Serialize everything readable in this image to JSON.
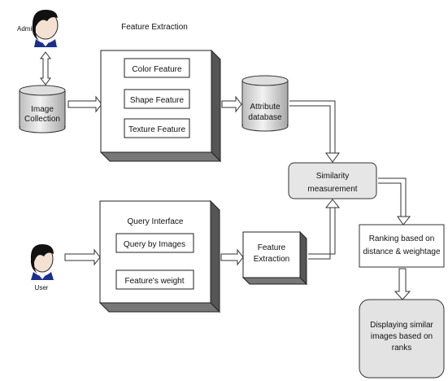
{
  "actors": {
    "admin": {
      "label": "Admin"
    },
    "user": {
      "label": "User"
    }
  },
  "image_collection": {
    "lines": [
      "Image",
      "Collection"
    ]
  },
  "feature_extraction": {
    "title": "Feature Extraction",
    "items": [
      "Color Feature",
      "Shape Feature",
      "Texture Feature"
    ]
  },
  "attribute_database": {
    "lines": [
      "Attribute",
      "database"
    ]
  },
  "similarity": {
    "lines": [
      "Similarity",
      "measurement"
    ]
  },
  "query_interface": {
    "title": "Query Interface",
    "items": [
      "Query by Images",
      "Feature's weight"
    ]
  },
  "feature_extraction_small": {
    "lines": [
      "Feature",
      "Extraction"
    ]
  },
  "ranking": {
    "lines": [
      "Ranking based on",
      "distance & weightage"
    ]
  },
  "display": {
    "lines": [
      "Displaying similar",
      "images based on",
      "ranks"
    ]
  }
}
